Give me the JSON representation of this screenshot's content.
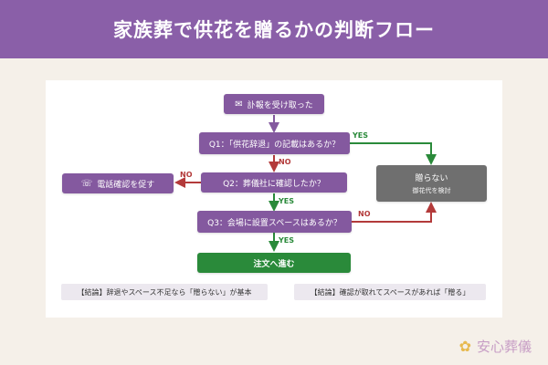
{
  "header": {
    "title": "家族葬で供花を贈るかの判断フロー"
  },
  "flow": {
    "start": "訃報を受け取った",
    "q1": "Q1：「供花辞退」の記載はあるか？",
    "q2": "Q2：葬儀社に確認したか？",
    "q3": "Q3：会場に設置スペースはあるか？",
    "phone": "電話確認を促す",
    "not_send": "贈らない",
    "not_send_sub": "御花代を検討",
    "order": "注文へ進む",
    "yes": "YES",
    "no": "NO"
  },
  "conclusions": {
    "left": "【結論】辞退やスペース不足なら「贈らない」が基本",
    "right": "【結論】確認が取れてスペースがあれば「贈る」"
  },
  "logo": {
    "text": "安心葬儀"
  },
  "colors": {
    "purple": "#84599f",
    "green": "#2a8a3a",
    "red": "#b33a3a",
    "gray": "#6f6f6f"
  }
}
